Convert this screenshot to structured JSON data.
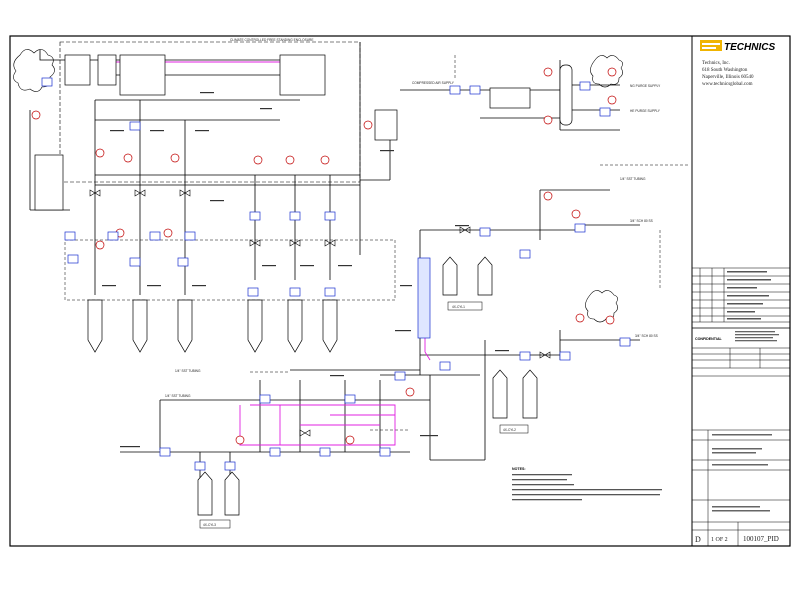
{
  "title_block": {
    "logo_text": "TECHNICS",
    "company_name": "Technics, Inc.",
    "address_line1": "618 South Washington",
    "address_line2": "Naperville, Illinois 60540",
    "website": "www.technicsglobal.com",
    "confidential": "CONFIDENTIAL",
    "size": "D",
    "sheet": "1 OF 2",
    "drawing_number": "100107_PID"
  },
  "diagram_labels": {
    "enclosure": "CLIMATE CONTROLLED FREE STANDING ENCLOSURE",
    "compressed_air": "COMPRESSED AIR SUPPLY",
    "tubing_1": "1/4\" SST TUBING",
    "tubing_2": "1/4\" SST TUBING",
    "tubing_3": "1/4\" SST TUBING",
    "sch40_1": "3/4\" SCH 80 SS",
    "sch40_2": "3/4\" SCH 80 SS",
    "supply_1": "NG PURGE SUPPLY",
    "supply_2": "HE PURGE SUPPLY",
    "cyl_1": "4X-CYL1",
    "cyl_2": "4X-CYL2",
    "cyl_3": "4X-CYL3",
    "notes_title": "NOTES:"
  }
}
